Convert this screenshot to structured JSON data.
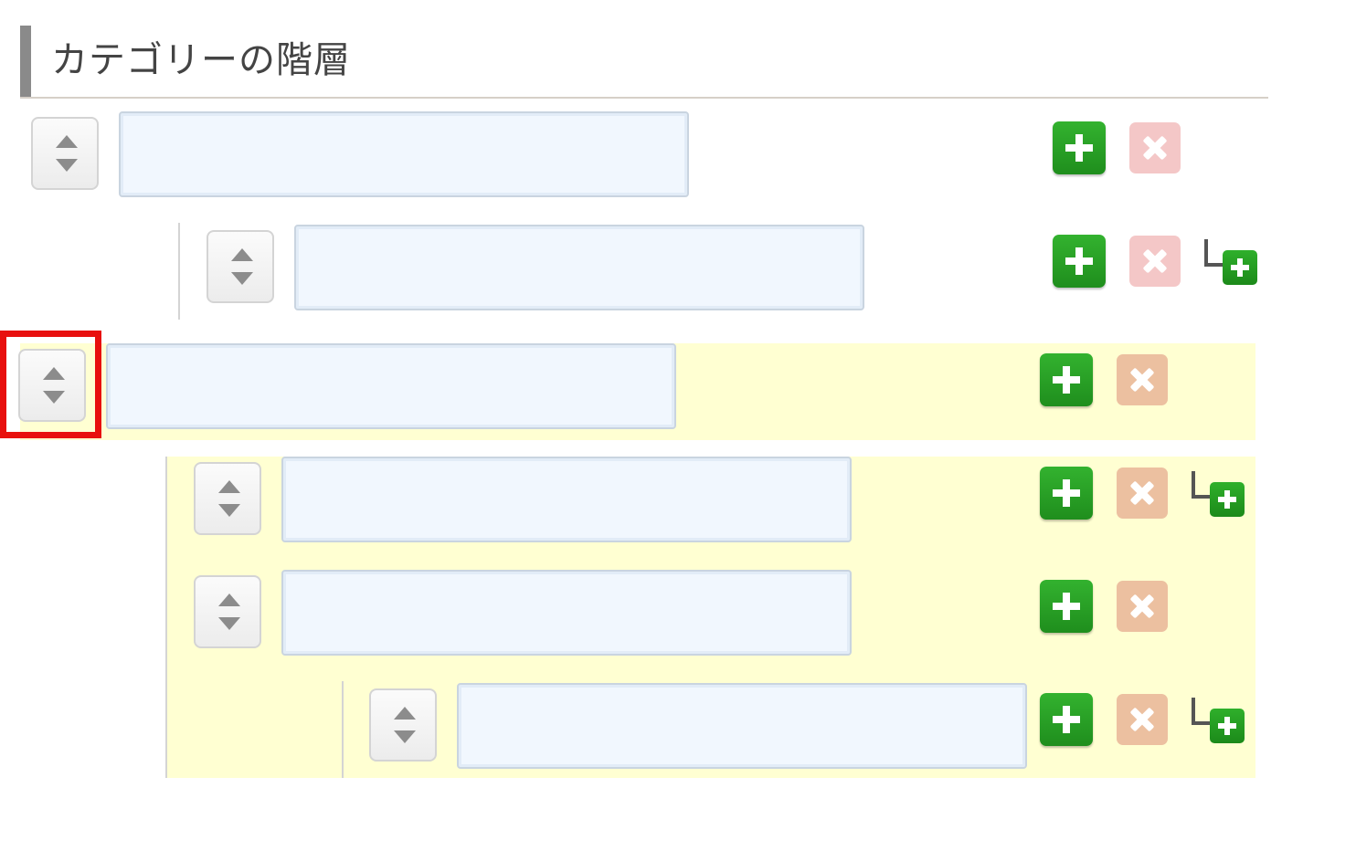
{
  "section": {
    "title": "カテゴリーの階層"
  },
  "categories": [
    {
      "id": "row-1",
      "depth": 0,
      "value": "",
      "placeholder": "",
      "has_add_child": false,
      "highlighted": false
    },
    {
      "id": "row-2",
      "depth": 1,
      "value": "",
      "placeholder": "",
      "has_add_child": true,
      "highlighted": false
    },
    {
      "id": "row-3",
      "depth": 0,
      "value": "",
      "placeholder": "",
      "has_add_child": false,
      "highlighted": true,
      "focused": true
    },
    {
      "id": "row-4",
      "depth": 1,
      "value": "",
      "placeholder": "",
      "has_add_child": true,
      "highlighted": true
    },
    {
      "id": "row-5",
      "depth": 1,
      "value": "",
      "placeholder": "",
      "has_add_child": false,
      "highlighted": true
    },
    {
      "id": "row-6",
      "depth": 2,
      "value": "",
      "placeholder": "",
      "has_add_child": true,
      "highlighted": true
    }
  ],
  "icons": {
    "sort": "sort-updown-icon",
    "add": "plus-icon",
    "delete": "close-icon",
    "add_child": "add-child-icon"
  },
  "colors": {
    "add_button": "#22a01f",
    "delete_button": "#f4c7c7",
    "delete_button_highlighted": "#ecc0a0",
    "highlight_background": "#ffffd2",
    "input_background": "#f1f7fe",
    "focus_outline": "#e8100e"
  }
}
